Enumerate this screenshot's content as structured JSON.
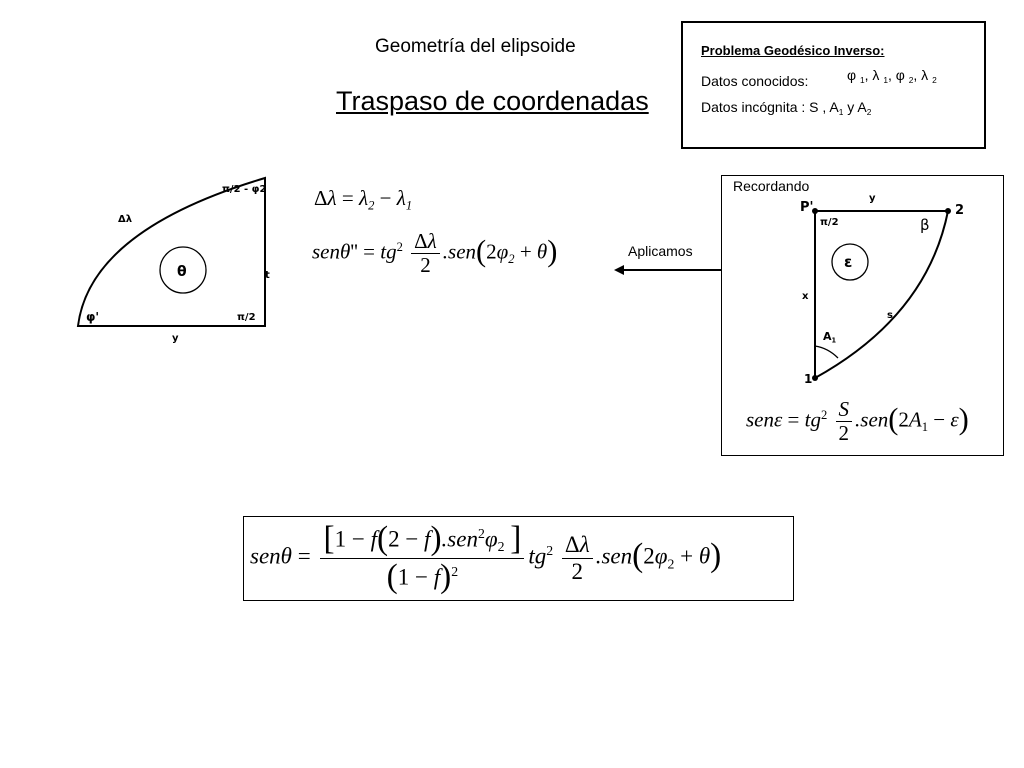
{
  "header": {
    "subtitle": "Geometría del elipsoide",
    "title": "Traspaso de coordenadas"
  },
  "problem_box": {
    "heading": "Problema Geodésico Inverso:",
    "known_label": "Datos conocidos:",
    "known_values": "φ 1, λ 1, φ 2, λ 2",
    "unknown_label": "Datos incógnita : S , A",
    "unknown_sub1": "1",
    "unknown_mid": " y A",
    "unknown_sub2": "2"
  },
  "left_figure": {
    "label_delta_lambda": "Δλ",
    "label_pi2_minus_phi2": "π/2 - φ2",
    "label_theta": "θ",
    "label_t": "t",
    "label_phi1": "φ'",
    "label_pi2": "π/2",
    "label_y": "y"
  },
  "formulas": {
    "delta_lambda": "Δλ = λ2 − λ1",
    "sen_theta_pp": "senθ'' = tg² (Δλ/2) .sen(2φ2 + θ)"
  },
  "arrow": {
    "label": "Aplicamos"
  },
  "recordando_box": {
    "title": "Recordando",
    "label_p": "P'",
    "label_y": "y",
    "label_2": "2",
    "label_pi2": "π/2",
    "label_beta": "β",
    "label_epsilon": "ε",
    "label_x": "x",
    "label_s": "s",
    "label_a1": "A1",
    "label_1": "1",
    "formula": "senε = tg² (S/2) .sen(2A1 − ε)"
  },
  "main_formula": "senθ = [1 − f(2 − f).sen²φ2] / (1 − f)² · tg² (Δλ/2) .sen(2φ2 + θ)"
}
